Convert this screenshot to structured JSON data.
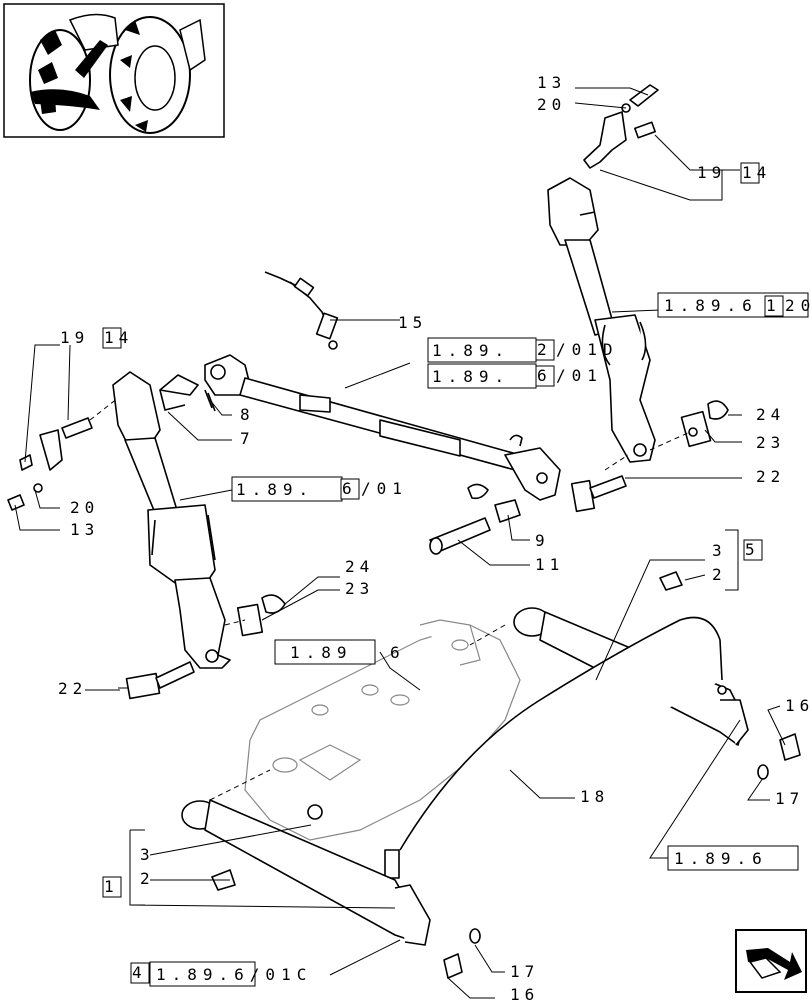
{
  "callouts": {
    "c13_top": "13",
    "c20_top": "20",
    "c19_top": "19",
    "c14_top_box": "14",
    "c15": "15",
    "c19_left": "19",
    "c14_left_box": "14",
    "c8": "8",
    "c7": "7",
    "c20_left": "20",
    "c13_left": "13",
    "c24_right": "24",
    "c23_right": "23",
    "c22_right": "22",
    "c9": "9",
    "c11": "11",
    "c3_right": "3",
    "c5_box": "5",
    "c2_right": "2",
    "c24_left": "24",
    "c23_left": "23",
    "c22_left": "22",
    "c16_right": "16",
    "c17_right": "17",
    "c18": "18",
    "c3_bottom": "3",
    "c2_bottom": "2",
    "c1_box": "1",
    "c17_bottom": "17",
    "c16_bottom": "16",
    "c4_box": "4"
  },
  "refs": {
    "r_top_right": "1.89.6",
    "r_top_right_box": "1",
    "r_top_right_tail": "20",
    "r_center_a": "1.89.",
    "r_center_a_box": "2",
    "r_center_a_tail": "/01D",
    "r_center_b": "1.89.",
    "r_center_b_box": "6",
    "r_center_b_tail": "/01",
    "r_left": "1.89.",
    "r_left_box": "6",
    "r_left_tail": "/01",
    "r_mid": "1.89",
    "r_mid_tail": "6",
    "r_bottom_right": "1.89.6",
    "r_bottom": "1.89.6/01C"
  },
  "icons": {
    "thumbnail": "tractor-rear-linkage-thumbnail",
    "nav": "next-page-arrow-icon"
  }
}
